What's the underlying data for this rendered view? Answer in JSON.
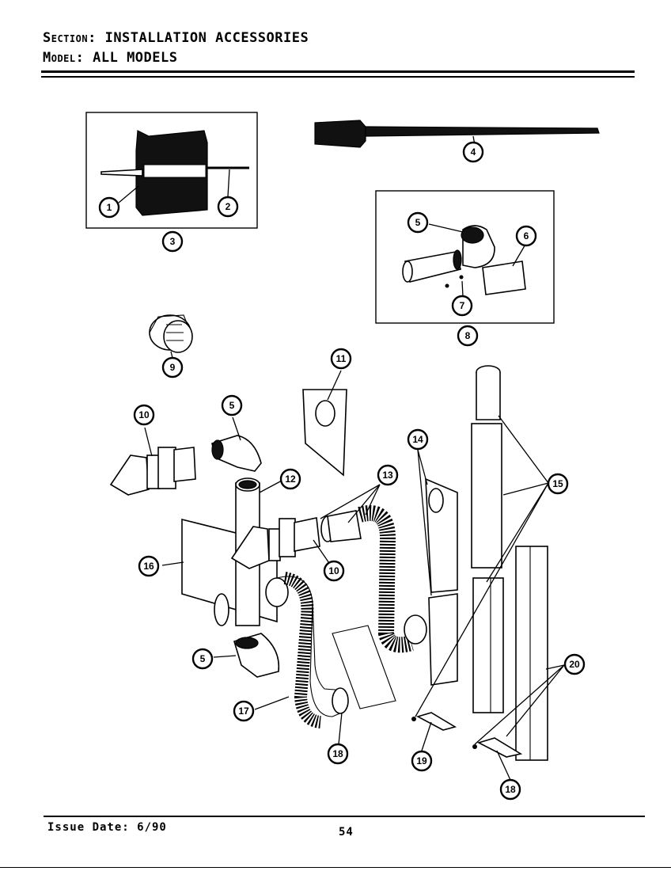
{
  "header": {
    "section_label": "Section:",
    "section_value": "INSTALLATION ACCESSORIES",
    "model_label": "Model:",
    "model_value": "ALL MODELS"
  },
  "footer": {
    "issue_date": "Issue Date: 6/90",
    "page_number": "54"
  },
  "callouts": {
    "c1": "1",
    "c2": "2",
    "c3": "3",
    "c4": "4",
    "c5a": "5",
    "c6": "6",
    "c7": "7",
    "c8": "8",
    "c9": "9",
    "c10a": "10",
    "c5b": "5",
    "c11": "11",
    "c12": "12",
    "c13": "13",
    "c14": "14",
    "c15": "15",
    "c16": "16",
    "c10b": "10",
    "c5c": "5",
    "c17": "17",
    "c18a": "18",
    "c19": "19",
    "c20": "20",
    "c18b": "18"
  }
}
